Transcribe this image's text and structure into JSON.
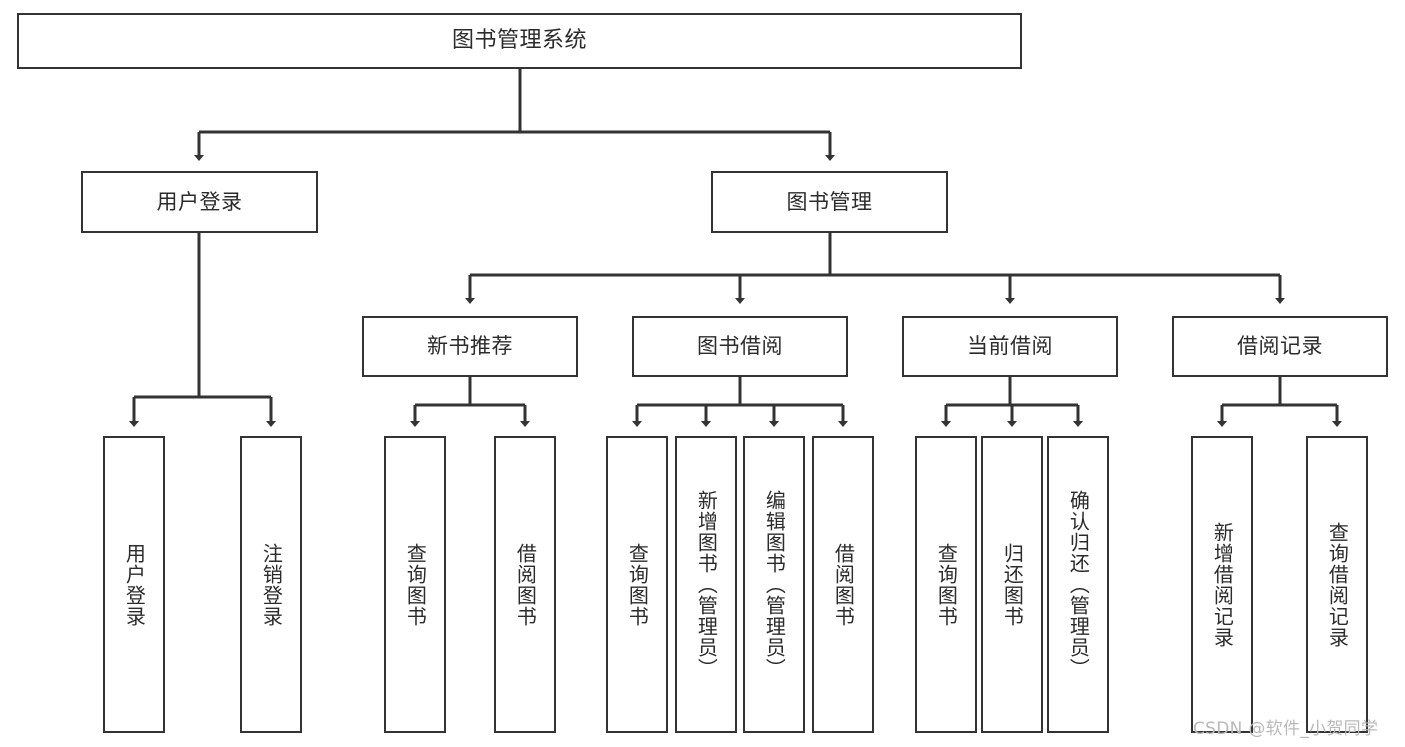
{
  "diagram": {
    "type": "tree",
    "title": "图书管理系统",
    "watermark": "CSDN @软件_小贺同学",
    "colors": {
      "box_border": "#333333",
      "box_fill": "#ffffff",
      "edge": "#333333",
      "text": "#2b2b2b",
      "watermark": "#b9b9b9"
    },
    "nodes": {
      "root": {
        "label": "图书管理系统"
      },
      "level2": [
        {
          "label": "用户登录"
        },
        {
          "label": "图书管理"
        }
      ],
      "level3": [
        {
          "label": "新书推荐"
        },
        {
          "label": "图书借阅"
        },
        {
          "label": "当前借阅"
        },
        {
          "label": "借阅记录"
        }
      ],
      "leaves_user_login": [
        {
          "label": "用户登录"
        },
        {
          "label": "注销登录"
        }
      ],
      "leaves_new_books": [
        {
          "label": "查询图书"
        },
        {
          "label": "借阅图书"
        }
      ],
      "leaves_borrow": [
        {
          "label": "查询图书"
        },
        {
          "label": "新增图书（管理员）"
        },
        {
          "label": "编辑图书（管理员）"
        },
        {
          "label": "借阅图书"
        }
      ],
      "leaves_current": [
        {
          "label": "查询图书"
        },
        {
          "label": "归还图书"
        },
        {
          "label": "确认归还（管理员）"
        }
      ],
      "leaves_records": [
        {
          "label": "新增借阅记录"
        },
        {
          "label": "查询借阅记录"
        }
      ]
    }
  }
}
